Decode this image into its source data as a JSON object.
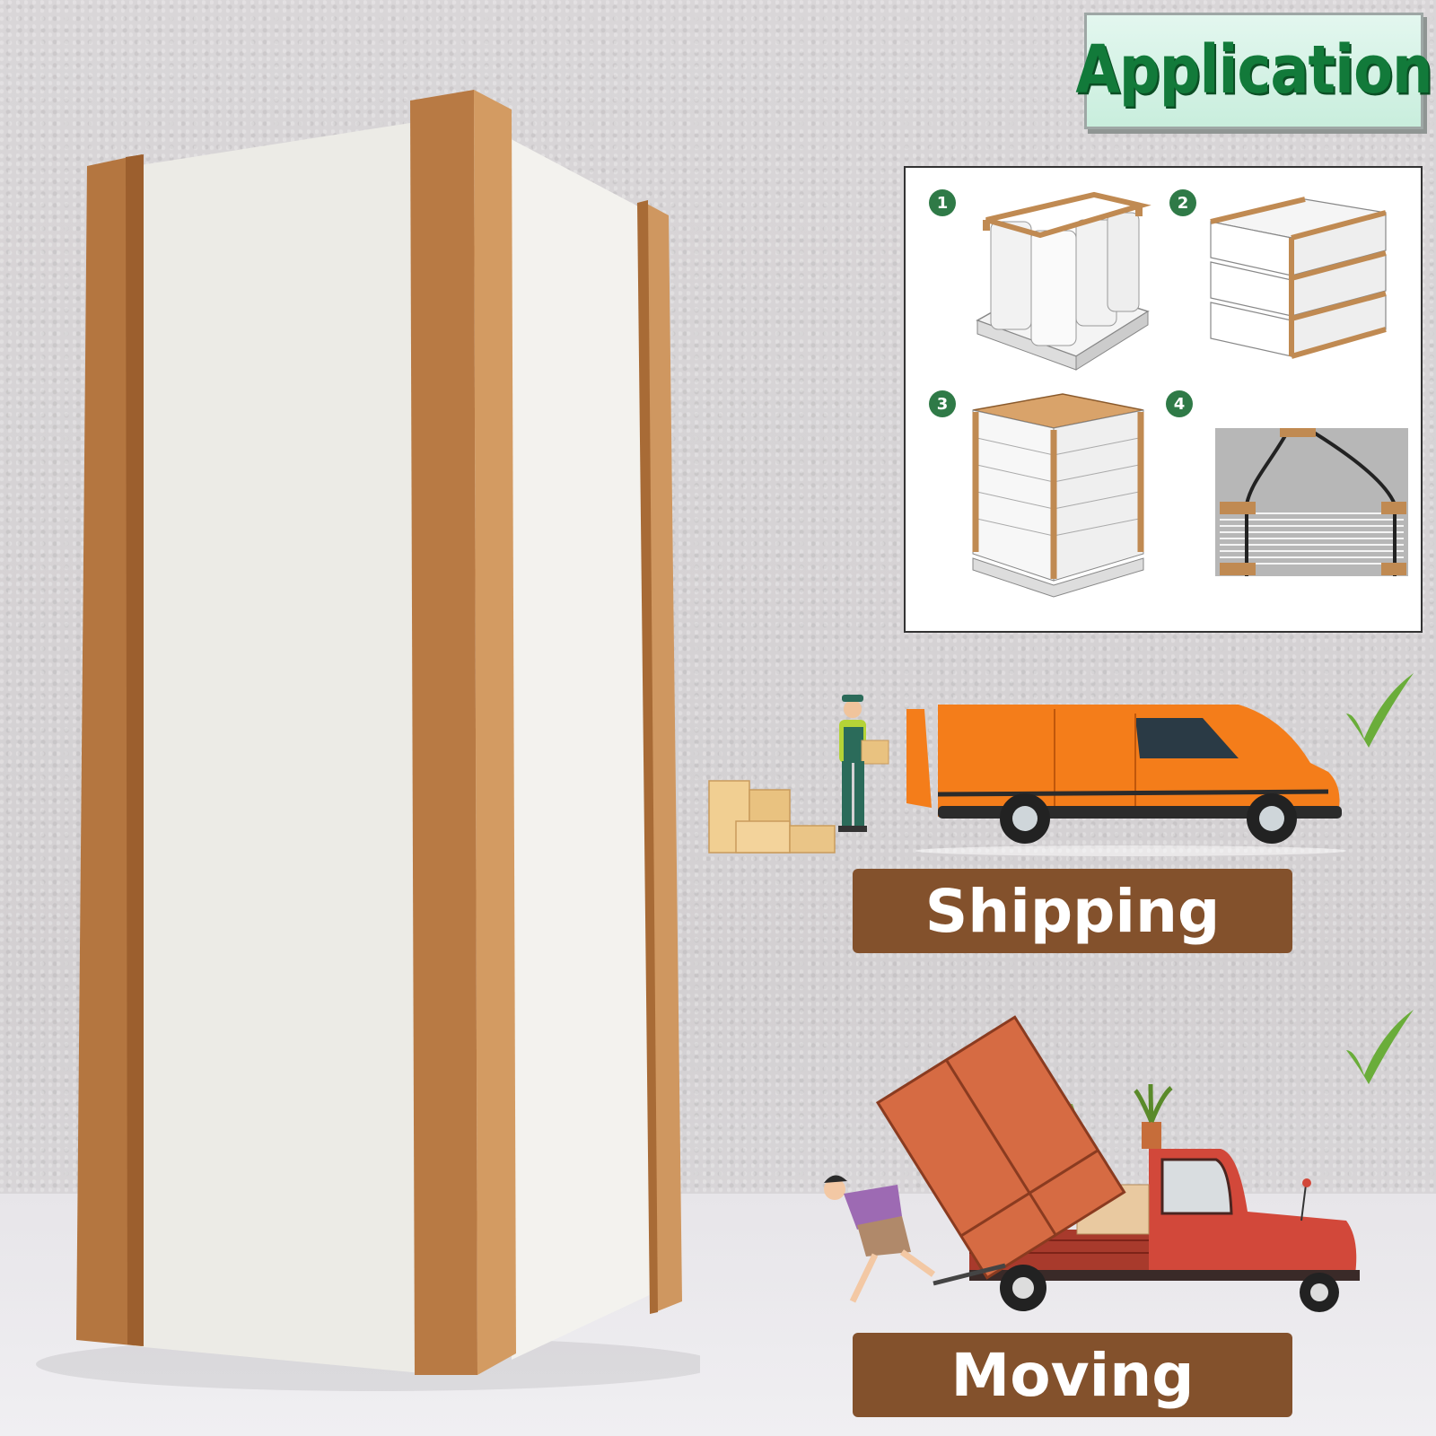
{
  "header": {
    "title": "Application"
  },
  "diagram": {
    "steps": [
      {
        "badge": "1"
      },
      {
        "badge": "2"
      },
      {
        "badge": "3"
      },
      {
        "badge": "4"
      }
    ]
  },
  "sections": {
    "shipping": {
      "label": "Shipping"
    },
    "moving": {
      "label": "Moving"
    }
  },
  "colors": {
    "header_text": "#127a3a",
    "label_bg": "#83512c",
    "edge_protector": "#c08a52",
    "check": "#6aad3a",
    "badge": "#2f7a47"
  }
}
